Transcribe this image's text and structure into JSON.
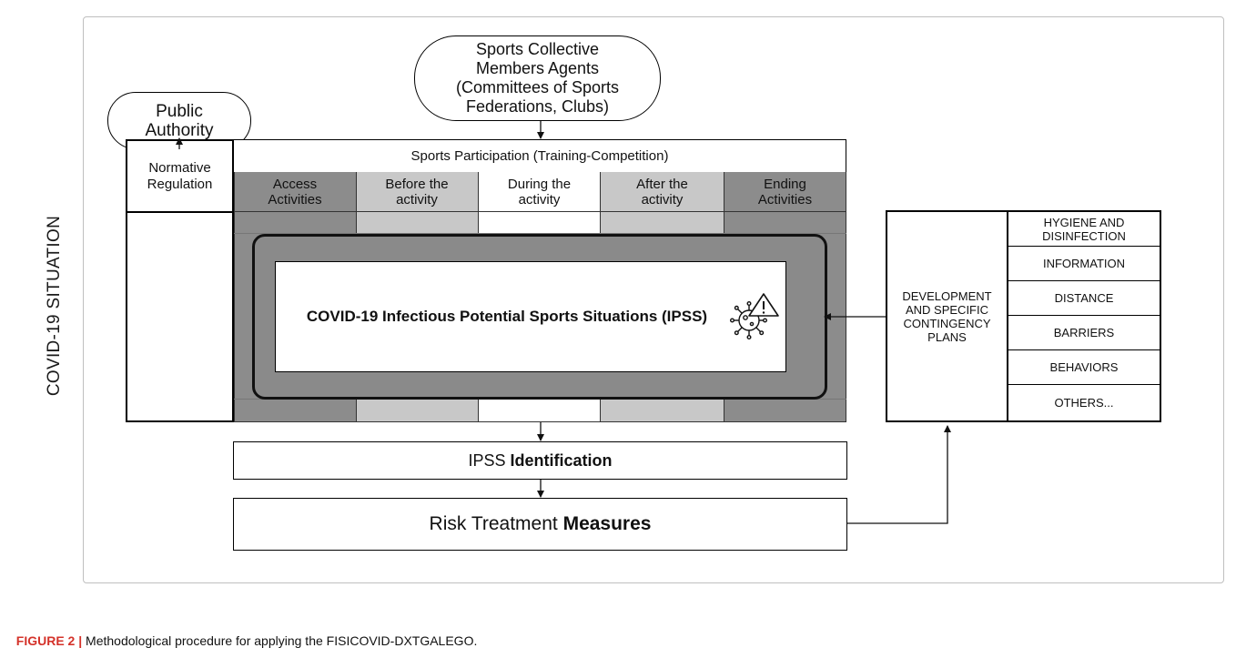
{
  "side_label": "COVID-19 SITUATION",
  "actors": {
    "public_authority": "Public\nAuthority",
    "sports_collective": "Sports Collective\nMembers Agents\n(Committees of Sports\nFederations, Clubs)"
  },
  "normative": "Normative\nRegulation",
  "participation_header": "Sports Participation (Training-Competition)",
  "phases": [
    {
      "label": "Access\nActivities",
      "color": "#8c8c8c"
    },
    {
      "label": "Before the\nactivity",
      "color": "#c8c8c8"
    },
    {
      "label": "During the\nactivity",
      "color": "#ffffff"
    },
    {
      "label": "After the\nactivity",
      "color": "#c8c8c8"
    },
    {
      "label": "Ending\nActivities",
      "color": "#8c8c8c"
    }
  ],
  "ipss_title": "COVID-19 Infectious Potential Sports Situations (IPSS)",
  "ipss_icon": "virus-warning-icon",
  "identification": {
    "prefix": "IPSS ",
    "bold": "Identification"
  },
  "risk": {
    "prefix": "Risk Treatment ",
    "bold": "Measures"
  },
  "contingency": {
    "title": "DEVELOPMENT\nAND SPECIFIC\nCONTINGENCY\nPLANS",
    "measures": [
      "HYGIENE AND\nDISINFECTION",
      "INFORMATION",
      "DISTANCE",
      "BARRIERS",
      "BEHAVIORS",
      "OTHERS..."
    ]
  },
  "caption": {
    "label": "FIGURE 2 |",
    "text": " Methodological procedure for applying the FISICOVID-DXTGALEGO."
  }
}
